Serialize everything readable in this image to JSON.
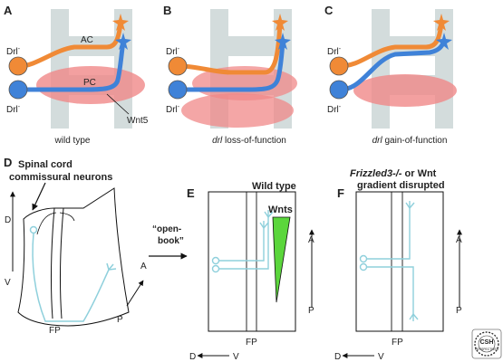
{
  "colors": {
    "scaffold": "#d3dcdc",
    "pink": "#f08888",
    "orange": "#f08a36",
    "blue": "#3f82d8",
    "axon": "#8fd0dc",
    "green": "#5bd63c"
  },
  "panels": {
    "A": {
      "letter": "A",
      "drl_top": "Drl",
      "drl_top_sup": "-",
      "drl_bottom": "Drl",
      "drl_bottom_sup": "-",
      "ac": "AC",
      "pc": "PC",
      "wnt5": "Wnt5",
      "caption": "wild type"
    },
    "B": {
      "letter": "B",
      "drl_top": "Drl",
      "drl_top_sup": "-",
      "drl_bottom": "Drl",
      "drl_bottom_sup": "-",
      "caption_italic": "drl",
      "caption_rest": " loss-of-function"
    },
    "C": {
      "letter": "C",
      "drl_top": "Drl",
      "drl_top_sup": "-",
      "drl_bottom": "Drl",
      "drl_bottom_sup": "-",
      "caption_italic": "drl",
      "caption_rest": " gain-of-function"
    },
    "D": {
      "letter": "D",
      "label_line1": "Spinal cord",
      "label_line2": "commissural neurons",
      "axis_d": "D",
      "axis_v": "V",
      "axis_a": "A",
      "axis_p": "P",
      "fp": "FP"
    },
    "open_book": {
      "line1": "“open-",
      "line2": "book”"
    },
    "E": {
      "letter": "E",
      "title": "Wild type",
      "wnts": "Wnts",
      "axis_a": "A",
      "axis_p": "P",
      "fp": "FP",
      "axis_d": "D",
      "axis_v": "V"
    },
    "F": {
      "letter": "F",
      "title_italic": "Frizzled3-/-",
      "title_rest": " or Wnt",
      "title_line2": "gradient disrupted",
      "axis_a": "A",
      "axis_p": "P",
      "fp": "FP",
      "axis_d": "D",
      "axis_v": "V"
    }
  },
  "logo": {
    "text_top": "CSH",
    "text_bottom": "PERSPECTIVES"
  }
}
